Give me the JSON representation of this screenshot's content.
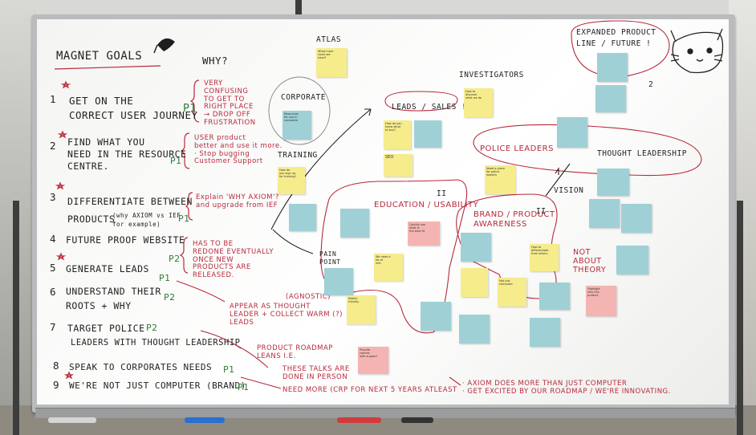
{
  "board": {
    "title": "MAGNET GOALS",
    "why": "WHY?",
    "goals": [
      {
        "num": "1",
        "text": "GET ON THE\nCORRECT USER JOURNEY",
        "priority": "P1"
      },
      {
        "num": "2",
        "text": "FIND WHAT YOU\nNEED IN THE RESOURCE\nCENTRE.",
        "priority": "P1"
      },
      {
        "num": "3",
        "text": "DIFFERENTIATE BETWEEN\nPRODUCTS",
        "sub": "(why AXIOM vs IEF\nfor example)",
        "priority": "P1"
      },
      {
        "num": "4",
        "text": "FUTURE PROOF WEBSITE",
        "priority": "P2"
      },
      {
        "num": "5",
        "text": "GENERATE LEADS",
        "priority": "P1"
      },
      {
        "num": "6",
        "text": "UNDERSTAND THEIR\nROOTS + WHY",
        "priority": "P2"
      },
      {
        "num": "7",
        "text": "TARGET POLICE",
        "text2": "LEADERS WITH THOUGHT LEADERSHIP",
        "priority": "P2"
      },
      {
        "num": "8",
        "text": "SPEAK TO CORPORATES NEEDS",
        "priority": "P1"
      },
      {
        "num": "9",
        "text": "WE'RE NOT JUST COMPUTER (BRAND)",
        "priority": "P1"
      }
    ],
    "reasons": [
      "VERY\nCONFUSING\nTO GET TO\nRIGHT PLACE\n→ DROP OFF\nFRUSTRATION",
      "USER product\nbetter and use it more.\n· Stop bugging\nCustomer Support",
      "Explain 'WHY AXIOM'?\nand upgrade from IEF",
      "HAS TO BE\nREDONE EVENTUALLY\nONCE NEW\nPRODUCTS ARE\nRELEASED.",
      "(AGNOSTIC)",
      "APPEAR AS THOUGHT\nLEADER + COLLECT WARM (?)\nLEADS",
      "PRODUCT ROADMAP\nLEANS I.E.",
      "THESE TALKS ARE\nDONE IN PERSON",
      "NEED MORE (CRP FOR NEXT 5 YEARS ATLEAST",
      "· AXIOM DOES MORE THAN JUST COMPUTER\n· GET EXCITED BY OUR ROADMAP / WE'RE INNOVATING."
    ],
    "sections": {
      "atlas": "ATLAS",
      "corporate": "CORPORATE",
      "training": "TRAINING",
      "pain_point": "PAIN\nPOINT",
      "investigators": "INVESTIGATORS",
      "leads_sales": "LEADS / SALES !",
      "police_leaders": "POLICE LEADERS",
      "thought_leadership": "THOUGHT LEADERSHIP",
      "education": "EDUCATION / USABILITY",
      "brand": "BRAND / PRODUCT\nAWARENESS",
      "vision": "VISION",
      "not_about": "NOT\nABOUT\nTHEORY",
      "expanded": "EXPANDED PRODUCT\nLINE / FUTURE !",
      "two": "2",
      "roman_two": "II",
      "roman_two_b": "II"
    },
    "notes": {
      "n_atlas": "What more\ncould we\nhave?",
      "n_corp": "Resources\nfor use in\ncorporate",
      "n_train": "How do\nyou sign up\nfor training?",
      "n_leads_a": "How do you\nknow what\nto buy?",
      "n_leads_b": "",
      "n_seo": "SEO",
      "n_inv": "How to\ndiscover\nwhat we do",
      "n_exp_a": "",
      "n_exp_b": "",
      "n_police_a": "",
      "n_police_b": "Need a place\nfor police\nleaders",
      "n_tl_a": "",
      "n_tl_b": "",
      "n_tl_c": "",
      "n_edu_a": "",
      "n_edu_b": "Quickly see\nwhat is\nthe best fit",
      "n_edu_c": "",
      "n_edu_d": "We need a\nlot of\ninfo",
      "n_brand_a": "",
      "n_brand_b": "How to\ndifferentiate\nfrom others",
      "n_brand_c": "",
      "n_brand_d": "Not just\ncomputer",
      "n_brand_e": "",
      "n_brand_f": "Highlight\nwhy this\nproduct",
      "n_pain_a": "",
      "n_pain_b": "Mobile\nfriendly",
      "n_bot_pink": "Provide\ncomms\nwith support",
      "n_bot_a": "",
      "n_bot_b": "",
      "n_bot_c": "",
      "n_bot_d": "",
      "n_train2": "",
      "n_far": ""
    }
  },
  "colors": {
    "ink_black": "#222222",
    "ink_red": "#b8293b",
    "ink_blue": "#34579c",
    "ink_green": "#2f7a3a",
    "note_yellow": "#f6ec8c",
    "note_blue": "#9fd0d6",
    "note_pink": "#f4b5b2"
  }
}
